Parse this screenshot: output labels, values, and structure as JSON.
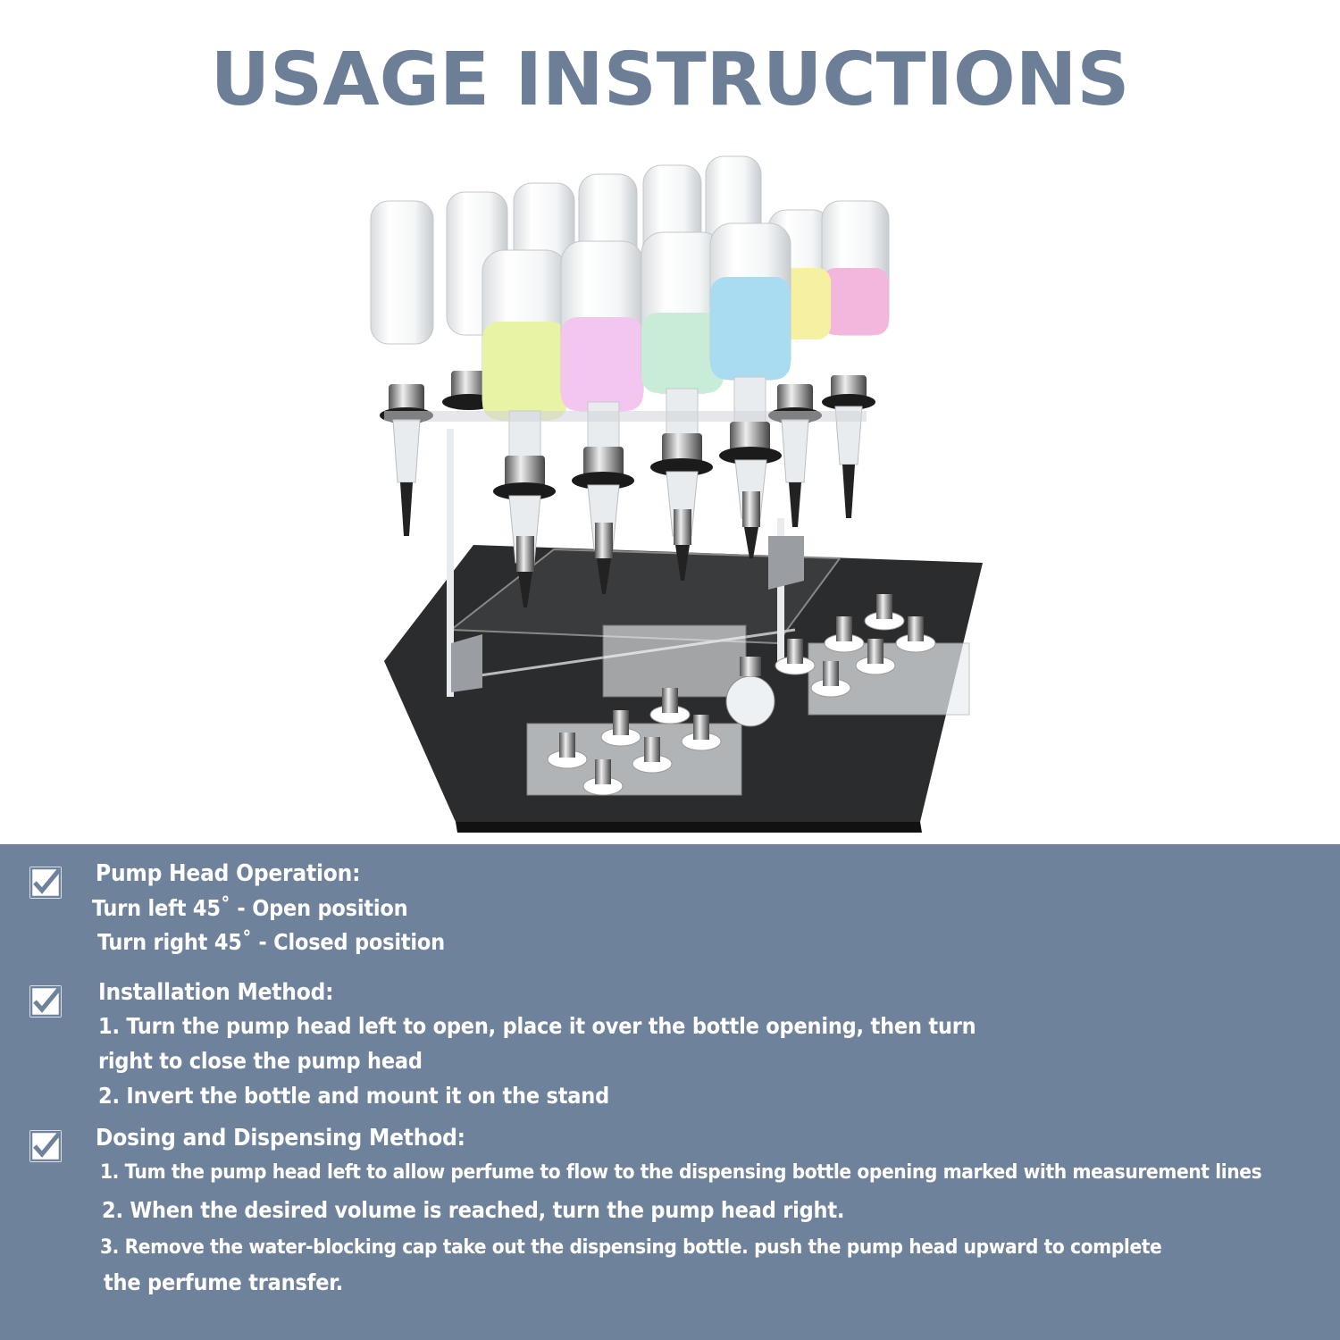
{
  "title": "USAGE INSTRUCTIONS",
  "illustration": {
    "icon": "perfume-dispenser-stand-illustration",
    "liquid_colors": [
      "#e9f3a6",
      "#f2c6ee",
      "#c9ecd8",
      "#a9dcf0",
      "#f5f1a0",
      "#f3b6dc"
    ]
  },
  "sections": [
    {
      "heading": "Pump Head Operation:",
      "lines": [
        "Turn left 45˚   - Open position",
        "Turn right 45˚   - Closed position"
      ]
    },
    {
      "heading": "Installation Method:",
      "lines": [
        "1. Turn the pump head left to open, place it over the bottle opening, then turn",
        "right to close the pump head",
        "2. Invert the bottle and mount it on the stand"
      ]
    },
    {
      "heading": "Dosing and Dispensing Method:",
      "lines": [
        "1. Tum the pump head left to allow perfume to flow to the dispensing bottle opening marked with measurement lines",
        "2. When the desired volume is reached, turn the pump head right.",
        "3. Remove the water-blocking cap take out the dispensing bottle. push the pump head upward to complete",
        "the perfume transfer."
      ]
    }
  ],
  "colors": {
    "title": "#6d7f97",
    "panel": "#6f829c",
    "text": "#ffffff"
  }
}
